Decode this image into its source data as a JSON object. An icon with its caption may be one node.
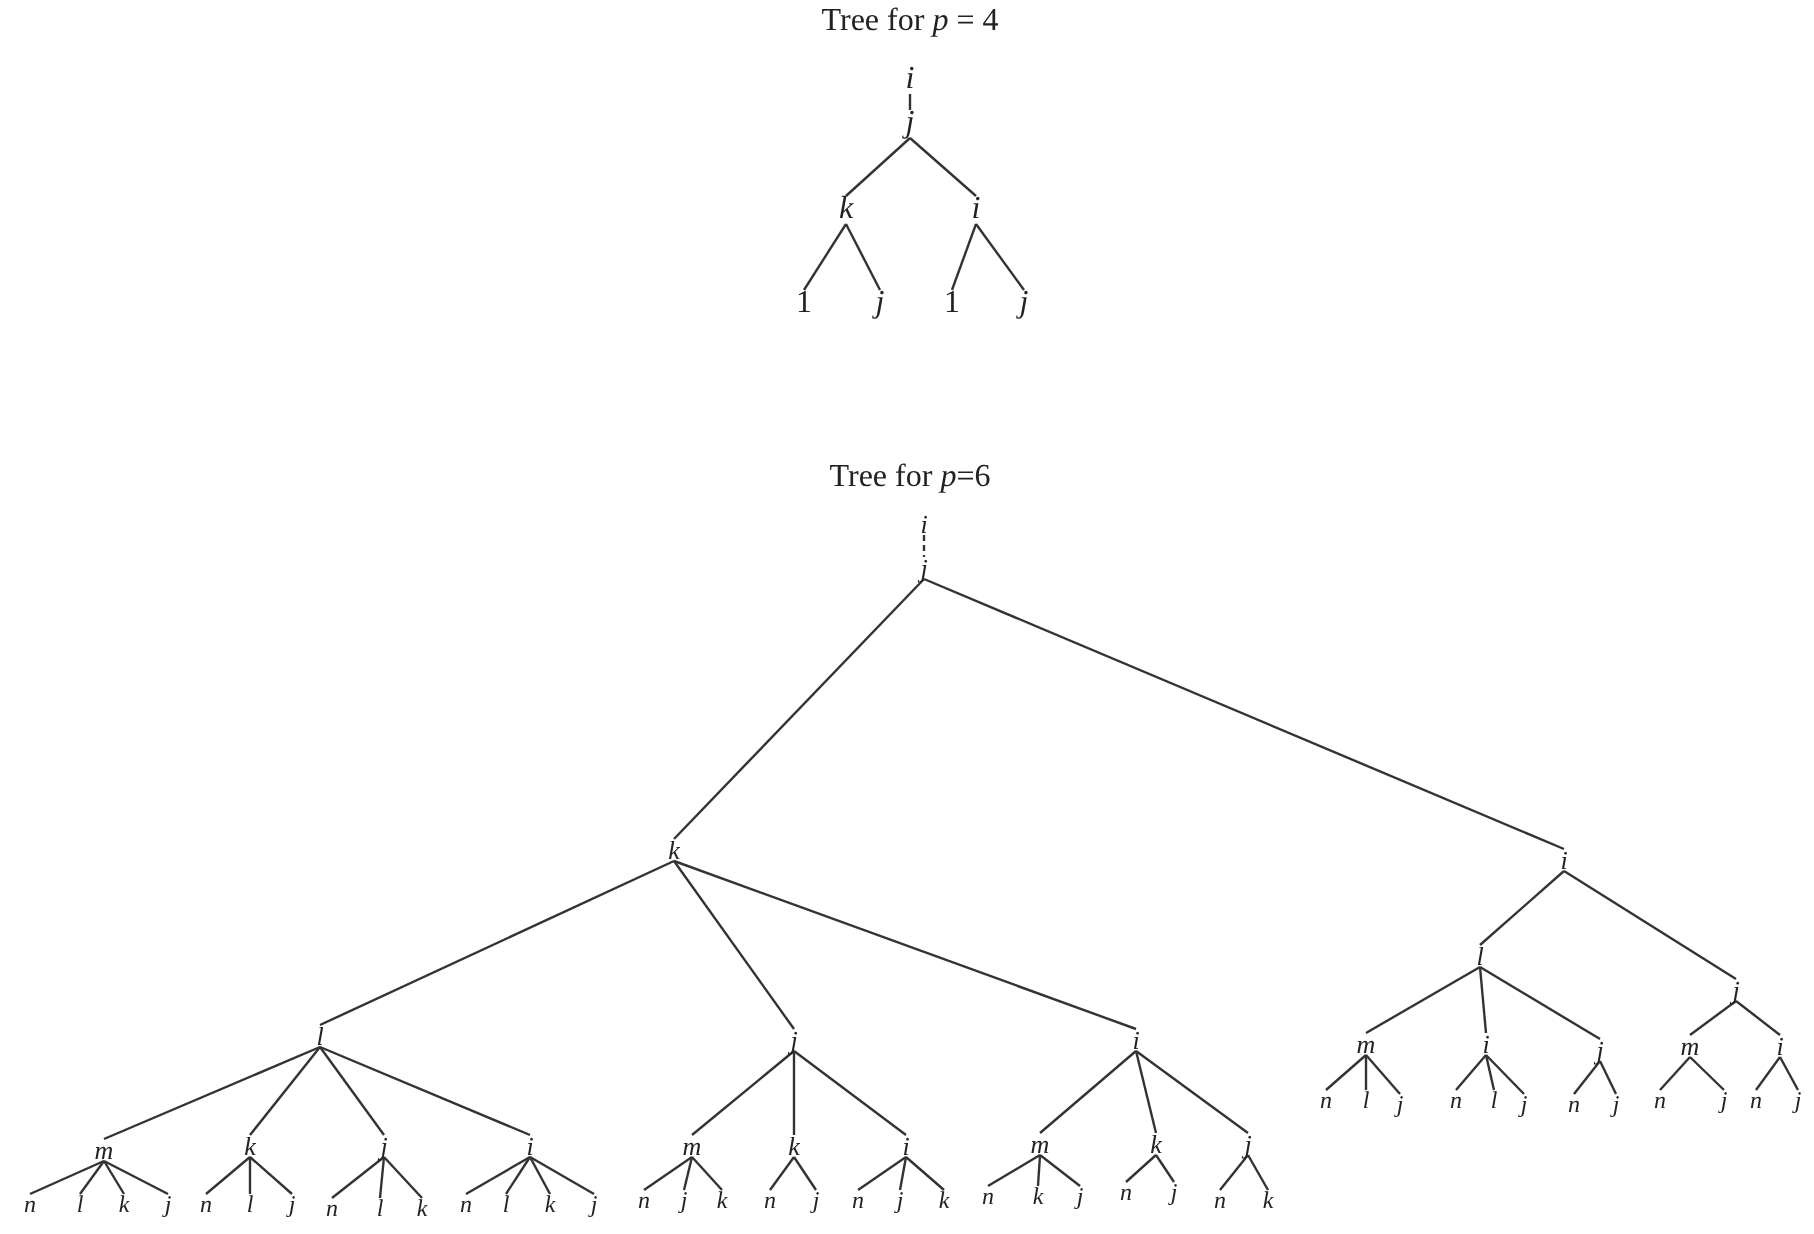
{
  "diagram": {
    "nodes": [
      {
        "text": [
          "i"
        ]
      },
      {
        "text": [
          "j"
        ]
      },
      {
        "text": [
          "k"
        ]
      },
      {
        "text": [
          "1"
        ]
      },
      {
        "text": [
          "j"
        ]
      },
      {
        "text": [
          "i"
        ]
      },
      {
        "text": [
          "1"
        ]
      },
      {
        "text": [
          "j"
        ]
      },
      {
        "text": [
          "i"
        ]
      },
      {
        "text": [
          "j"
        ]
      },
      {
        "text": [
          "k"
        ]
      },
      {
        "text": [
          "l"
        ]
      },
      {
        "text": [
          "m"
        ]
      },
      {
        "text": [
          "n"
        ]
      },
      {
        "text": [
          "l"
        ]
      },
      {
        "text": [
          "k"
        ]
      },
      {
        "text": [
          "j"
        ]
      },
      {
        "text": [
          "k"
        ]
      },
      {
        "text": [
          "n"
        ]
      },
      {
        "text": [
          "l"
        ]
      },
      {
        "text": [
          "j"
        ]
      },
      {
        "text": [
          "j"
        ]
      },
      {
        "text": [
          "n"
        ]
      },
      {
        "text": [
          "l"
        ]
      },
      {
        "text": [
          "k"
        ]
      },
      {
        "text": [
          "i"
        ]
      },
      {
        "text": [
          "n"
        ]
      },
      {
        "text": [
          "l"
        ]
      },
      {
        "text": [
          "k"
        ]
      },
      {
        "text": [
          "j"
        ]
      },
      {
        "text": [
          "j"
        ]
      },
      {
        "text": [
          "m"
        ]
      },
      {
        "text": [
          "n"
        ]
      },
      {
        "text": [
          "j"
        ]
      },
      {
        "text": [
          "k"
        ]
      },
      {
        "text": [
          "k"
        ]
      },
      {
        "text": [
          "n"
        ]
      },
      {
        "text": [
          "j"
        ]
      },
      {
        "text": [
          "i"
        ]
      },
      {
        "text": [
          "n"
        ]
      },
      {
        "text": [
          "j"
        ]
      },
      {
        "text": [
          "k"
        ]
      },
      {
        "text": [
          "i"
        ]
      },
      {
        "text": [
          "m"
        ]
      },
      {
        "text": [
          "n"
        ]
      },
      {
        "text": [
          "k"
        ]
      },
      {
        "text": [
          "j"
        ]
      },
      {
        "text": [
          "k"
        ]
      },
      {
        "text": [
          "n"
        ]
      },
      {
        "text": [
          "j"
        ]
      },
      {
        "text": [
          "j"
        ]
      },
      {
        "text": [
          "n"
        ]
      },
      {
        "text": [
          "k"
        ]
      },
      {
        "text": [
          "i"
        ]
      },
      {
        "text": [
          "l"
        ]
      },
      {
        "text": [
          "m"
        ]
      },
      {
        "text": [
          "n"
        ]
      },
      {
        "text": [
          "l"
        ]
      },
      {
        "text": [
          "j"
        ]
      },
      {
        "text": [
          "i"
        ]
      },
      {
        "text": [
          "n"
        ]
      },
      {
        "text": [
          "l"
        ]
      },
      {
        "text": [
          "j"
        ]
      },
      {
        "text": [
          "j"
        ]
      },
      {
        "text": [
          "n"
        ]
      },
      {
        "text": [
          "j"
        ]
      },
      {
        "text": [
          "j"
        ]
      },
      {
        "text": [
          "m"
        ]
      },
      {
        "text": [
          "n"
        ]
      },
      {
        "text": [
          "j"
        ]
      },
      {
        "text": [
          "i"
        ]
      },
      {
        "text": [
          "n"
        ]
      },
      {
        "text": [
          "j"
        ]
      }
    ],
    "edges": [
      {
        "from": 0,
        "to": 1,
        "arrow": "none"
      },
      {
        "from": 1,
        "to": 2,
        "arrow": "none"
      },
      {
        "from": 1,
        "to": 5,
        "arrow": "none"
      },
      {
        "from": 2,
        "to": 3,
        "arrow": "none"
      },
      {
        "from": 2,
        "to": 4,
        "arrow": "none"
      },
      {
        "from": 5,
        "to": 6,
        "arrow": "none"
      },
      {
        "from": 5,
        "to": 7,
        "arrow": "none"
      },
      {
        "from": 8,
        "to": 9,
        "arrow": "none",
        "style": "dashed"
      },
      {
        "from": 9,
        "to": 10,
        "arrow": "none"
      },
      {
        "from": 9,
        "to": 53,
        "arrow": "none"
      },
      {
        "from": 10,
        "to": 11,
        "arrow": "none"
      },
      {
        "from": 10,
        "to": 30,
        "arrow": "none"
      },
      {
        "from": 10,
        "to": 42,
        "arrow": "none"
      },
      {
        "from": 11,
        "to": 12,
        "arrow": "none"
      },
      {
        "from": 11,
        "to": 17,
        "arrow": "none"
      },
      {
        "from": 11,
        "to": 21,
        "arrow": "none"
      },
      {
        "from": 11,
        "to": 25,
        "arrow": "none"
      },
      {
        "from": 12,
        "to": 13,
        "arrow": "none"
      },
      {
        "from": 12,
        "to": 14,
        "arrow": "none"
      },
      {
        "from": 12,
        "to": 15,
        "arrow": "none"
      },
      {
        "from": 12,
        "to": 16,
        "arrow": "none"
      },
      {
        "from": 17,
        "to": 18,
        "arrow": "none"
      },
      {
        "from": 17,
        "to": 19,
        "arrow": "none"
      },
      {
        "from": 17,
        "to": 20,
        "arrow": "none"
      },
      {
        "from": 21,
        "to": 22,
        "arrow": "none"
      },
      {
        "from": 21,
        "to": 23,
        "arrow": "none"
      },
      {
        "from": 21,
        "to": 24,
        "arrow": "none"
      },
      {
        "from": 25,
        "to": 26,
        "arrow": "none"
      },
      {
        "from": 25,
        "to": 27,
        "arrow": "none"
      },
      {
        "from": 25,
        "to": 28,
        "arrow": "none"
      },
      {
        "from": 25,
        "to": 29,
        "arrow": "none"
      },
      {
        "from": 30,
        "to": 31,
        "arrow": "none"
      },
      {
        "from": 30,
        "to": 35,
        "arrow": "none"
      },
      {
        "from": 30,
        "to": 38,
        "arrow": "none"
      },
      {
        "from": 31,
        "to": 32,
        "arrow": "none"
      },
      {
        "from": 31,
        "to": 33,
        "arrow": "none"
      },
      {
        "from": 31,
        "to": 34,
        "arrow": "none"
      },
      {
        "from": 35,
        "to": 36,
        "arrow": "none"
      },
      {
        "from": 35,
        "to": 37,
        "arrow": "none"
      },
      {
        "from": 38,
        "to": 39,
        "arrow": "none"
      },
      {
        "from": 38,
        "to": 40,
        "arrow": "none"
      },
      {
        "from": 38,
        "to": 41,
        "arrow": "none"
      },
      {
        "from": 42,
        "to": 43,
        "arrow": "none"
      },
      {
        "from": 42,
        "to": 47,
        "arrow": "none"
      },
      {
        "from": 42,
        "to": 50,
        "arrow": "none"
      },
      {
        "from": 43,
        "to": 44,
        "arrow": "none"
      },
      {
        "from": 43,
        "to": 45,
        "arrow": "none"
      },
      {
        "from": 43,
        "to": 46,
        "arrow": "none"
      },
      {
        "from": 47,
        "to": 48,
        "arrow": "none"
      },
      {
        "from": 47,
        "to": 49,
        "arrow": "none"
      },
      {
        "from": 50,
        "to": 51,
        "arrow": "none"
      },
      {
        "from": 50,
        "to": 52,
        "arrow": "none"
      },
      {
        "from": 53,
        "to": 54,
        "arrow": "none"
      },
      {
        "from": 53,
        "to": 66,
        "arrow": "none"
      },
      {
        "from": 54,
        "to": 55,
        "arrow": "none"
      },
      {
        "from": 54,
        "to": 59,
        "arrow": "none"
      },
      {
        "from": 54,
        "to": 63,
        "arrow": "none"
      },
      {
        "from": 55,
        "to": 56,
        "arrow": "none"
      },
      {
        "from": 55,
        "to": 57,
        "arrow": "none"
      },
      {
        "from": 55,
        "to": 58,
        "arrow": "none"
      },
      {
        "from": 59,
        "to": 60,
        "arrow": "none"
      },
      {
        "from": 59,
        "to": 61,
        "arrow": "none"
      },
      {
        "from": 59,
        "to": 62,
        "arrow": "none"
      },
      {
        "from": 63,
        "to": 64,
        "arrow": "none"
      },
      {
        "from": 63,
        "to": 65,
        "arrow": "none"
      },
      {
        "from": 66,
        "to": 67,
        "arrow": "none"
      },
      {
        "from": 66,
        "to": 70,
        "arrow": "none"
      },
      {
        "from": 67,
        "to": 68,
        "arrow": "none"
      },
      {
        "from": 67,
        "to": 69,
        "arrow": "none"
      },
      {
        "from": 70,
        "to": 71,
        "arrow": "none"
      },
      {
        "from": 70,
        "to": 72,
        "arrow": "none"
      }
    ],
    "labels": [
      "Tree for *p* = 4",
      "Tree for *p*=6"
    ]
  }
}
